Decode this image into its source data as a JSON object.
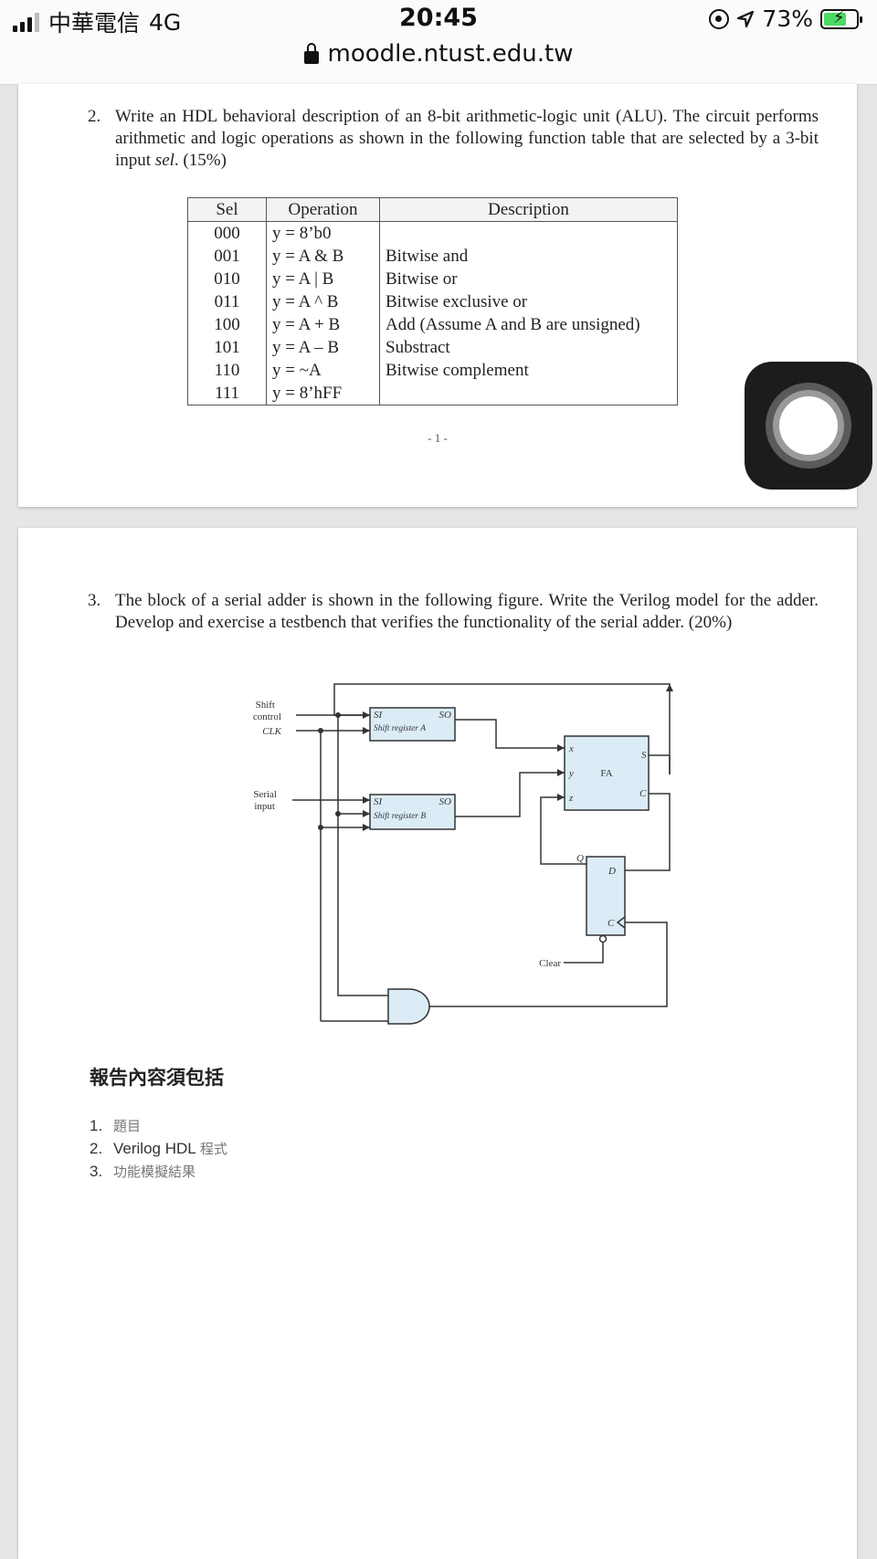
{
  "status_bar": {
    "carrier": "中華電信",
    "network": "4G",
    "time": "20:45",
    "battery": "73%",
    "url": "moodle.ntust.edu.tw"
  },
  "problem2": {
    "number": "2.",
    "text_before": "Write an HDL behavioral description of an 8-bit arithmetic-logic unit (ALU). The circuit performs arithmetic and logic operations as shown in the following function table that are selected by a 3-bit input ",
    "text_italic": "sel",
    "text_after": ". (15%)",
    "table": {
      "headers": [
        "Sel",
        "Operation",
        "Description"
      ],
      "rows": [
        {
          "sel": "000",
          "op": "y = 8’b0",
          "desc": ""
        },
        {
          "sel": "001",
          "op": "y = A & B",
          "desc": "Bitwise and"
        },
        {
          "sel": "010",
          "op": "y = A | B",
          "desc": "Bitwise or"
        },
        {
          "sel": "011",
          "op": "y = A ^ B",
          "desc": "Bitwise exclusive or"
        },
        {
          "sel": "100",
          "op": "y = A + B",
          "desc": "Add (Assume A and B are unsigned)"
        },
        {
          "sel": "101",
          "op": "y = A – B",
          "desc": "Substract"
        },
        {
          "sel": "110",
          "op": "y = ~A",
          "desc": "Bitwise complement"
        },
        {
          "sel": "111",
          "op": "y = 8’hFF",
          "desc": ""
        }
      ]
    },
    "page_number": "- 1 -"
  },
  "problem3": {
    "number": "3.",
    "text": "The block of a serial adder is shown in the following figure. Write the Verilog model for the adder. Develop and exercise a testbench that verifies the functionality of the serial adder. (20%)",
    "diagram": {
      "shift_label": "Shift",
      "control_label": "control",
      "clk_label": "CLK",
      "serial_label": "Serial",
      "input_label": "input",
      "si": "SI",
      "so": "SO",
      "reg_a": "Shift register A",
      "reg_b": "Shift register B",
      "fa": "FA",
      "fa_x": "x",
      "fa_y": "y",
      "fa_z": "z",
      "fa_s": "S",
      "fa_c": "C",
      "ff_q": "Q",
      "ff_d": "D",
      "ff_c": "C",
      "clear": "Clear"
    }
  },
  "report": {
    "title": "報告內容須包括",
    "items": [
      {
        "n": "1.",
        "text": "",
        "cjk": "題目"
      },
      {
        "n": "2.",
        "text": "Verilog HDL ",
        "cjk": "程式"
      },
      {
        "n": "3.",
        "text": "",
        "cjk": "功能模擬結果"
      }
    ]
  },
  "colors": {
    "block_fill": "#dcecf6",
    "line": "#333333",
    "battery_fill": "#4cd964"
  }
}
